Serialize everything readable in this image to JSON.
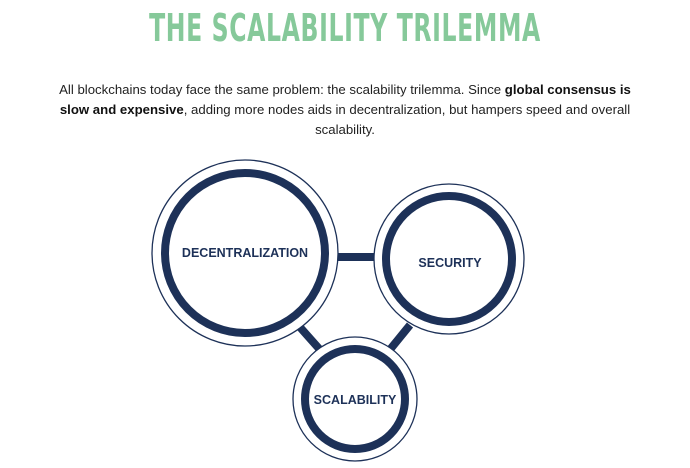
{
  "header": {
    "title": "THE SCALABILITY TRILEMMA"
  },
  "description": {
    "part1": "All blockchains today face the same problem: the scalability trilemma. Since ",
    "bold": "global consensus is slow and expensive",
    "part2": ", adding more nodes aids in decentralization, but hampers speed and overall scalability."
  },
  "diagram": {
    "nodes": [
      {
        "id": "decentralization",
        "label": "DECENTRALIZATION"
      },
      {
        "id": "security",
        "label": "SECURITY"
      },
      {
        "id": "scalability",
        "label": "SCALABILITY"
      }
    ],
    "edges": [
      {
        "from": "decentralization",
        "to": "security"
      },
      {
        "from": "decentralization",
        "to": "scalability"
      },
      {
        "from": "security",
        "to": "scalability"
      }
    ],
    "colors": {
      "title": "#86c99a",
      "ring": "#1d3158",
      "text": "#1d3158"
    }
  }
}
